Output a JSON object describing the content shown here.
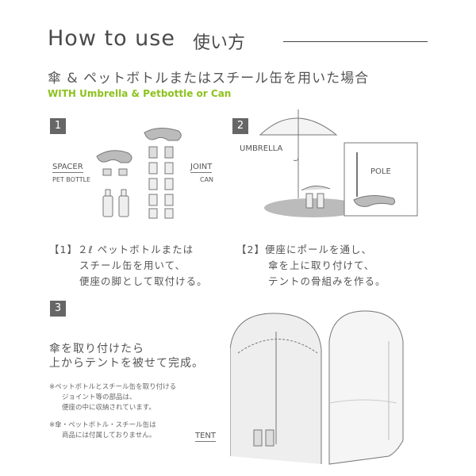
{
  "header": {
    "title_en": "How to use",
    "title_jp": "使い方",
    "subtitle_jp": "傘 & ペットボトルまたはスチール缶を用いた場合",
    "subtitle_en": "WITH Umbrella & Petbottle  or  Can"
  },
  "step1": {
    "number": "1",
    "labels": {
      "spacer": "SPACER",
      "pet_bottle": "PET BOTTLE",
      "joint": "JOINT",
      "can": "CAN"
    },
    "desc_line1": "【1】２ℓ ペットボトルまたは",
    "desc_line2": "スチール缶を用いて、",
    "desc_line3": "便座の脚として取付ける。"
  },
  "step2": {
    "number": "2",
    "labels": {
      "umbrella": "UMBRELLA",
      "pole": "POLE"
    },
    "desc_line1": "【2】便座にポールを通し、",
    "desc_line2": "傘を上に取り付けて、",
    "desc_line3": "テントの骨組みを作る。"
  },
  "step3": {
    "number": "3",
    "text_line1": "傘を取り付けたら",
    "text_line2": "上からテントを被せて完成。",
    "note1_line1": "※ペットボトルとスチール缶を取り付ける",
    "note1_line2": "ジョイント等の部品は、",
    "note1_line3": "便座の中に収納されています。",
    "note2_line1": "※傘・ペットボトル・スチール缶は",
    "note2_line2": "商品には付属しておりません。",
    "labels": {
      "tent": "TENT"
    }
  },
  "colors": {
    "accent_green": "#8dc21f",
    "step_box": "#666666",
    "line_art": "#777777"
  }
}
